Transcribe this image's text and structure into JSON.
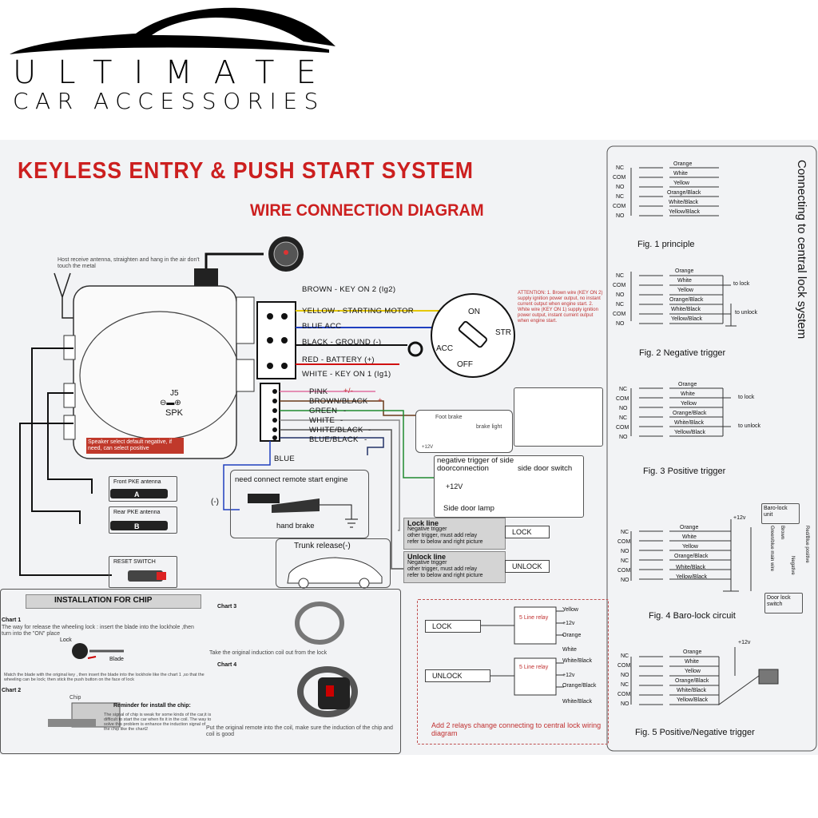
{
  "brand": {
    "line1": "ULTIMATE",
    "line2": "CAR ACCESSORIES"
  },
  "title": {
    "main": "KEYLESS ENTRY & PUSH START SYSTEM",
    "sub": "WIRE CONNECTION DIAGRAM"
  },
  "antenna_note": "Host receive antenna, straighten and hang in the air don't touch the metal",
  "module": {
    "jumper": "J5",
    "spk": "SPK",
    "speaker_note": "Speaker select default negative, if need, can select positive"
  },
  "ignition_wires": [
    {
      "label": "BROWN  - KEY ON 2 (Ig2)",
      "color": "#8b4513"
    },
    {
      "label": "YELLOW - STARTING MOTOR",
      "color": "#e6c800"
    },
    {
      "label": "BLUE      ACC",
      "color": "#1f3fbf"
    },
    {
      "label": "BLACK  - GROUND (-)",
      "color": "#111111"
    },
    {
      "label": "RED      - BATTERY (+)",
      "color": "#d01010"
    },
    {
      "label": "WHITE   - KEY ON 1 (Ig1)",
      "color": "#999999"
    }
  ],
  "ignition_switch": {
    "on": "ON",
    "str": "STR",
    "acc": "ACC",
    "off": "OFF"
  },
  "attention_note": "ATTENTION: 1. Brown wire (KEY ON 2) supply ignition power output, no instant current output when engine start. 2. White wire (KEY ON 1) supply ignition power output, instant current output when engine start.",
  "function_wires": [
    {
      "label": "PINK",
      "sign": "+/-",
      "color": "#e070a0"
    },
    {
      "label": "BROWN/BLACK",
      "sign": "+",
      "color": "#6b3a1a"
    },
    {
      "label": "GREEN",
      "sign": "-",
      "color": "#1f8a2f"
    },
    {
      "label": "WHITE",
      "sign": "-",
      "color": "#888888"
    },
    {
      "label": "WHITE/BLACK",
      "sign": "-",
      "color": "#555555"
    },
    {
      "label": "BLUE/BLACK",
      "sign": "-",
      "color": "#223366"
    }
  ],
  "blue_wire": "BLUE",
  "brake": {
    "foot_brake": "Foot brake",
    "brake_light": "brake light",
    "plus12": "+12V"
  },
  "door": {
    "title": "negative trigger of side doorconnection",
    "switch": "side door switch",
    "plus12": "+12V",
    "lamp": "Side door lamp"
  },
  "hand_brake": {
    "title": "need connect remote start engine",
    "label": "hand brake",
    "minus": "(-)"
  },
  "trunk": "Trunk release(-)",
  "lock_line": {
    "title": "Lock line",
    "text": "Negative trigger\nother trigger, must add relay\nrefer to below and right picture",
    "button": "LOCK"
  },
  "unlock_line": {
    "title": "Unlock line",
    "text": "Negative trigger\nother trigger, must add relay\nrefer to below and right picture",
    "button": "UNLOCK"
  },
  "antennas": {
    "front": "Front PKE antenna",
    "front_letter": "A",
    "rear": "Rear PKE antenna",
    "rear_letter": "B"
  },
  "reset": "RESET SWITCH",
  "chip": {
    "header": "INSTALLATION FOR CHIP",
    "chart1": "Chart 1",
    "chart1_text": "The way for release the wheeling lock : insert the blade into the lockhole ,then turn into the \"ON\" place",
    "lock": "Lock",
    "blade": "Blade",
    "match_text": "Match the blade with the original key , then insert the blade into the lockhole like the chart 1 ,so that the wheeling can be lock; then stick the push button on the face of lock",
    "chart2": "Chart 2",
    "chip_lbl": "Chip",
    "reminder": "Reminder for install the chip:",
    "reminder_text": "The signal of chip is weak for some kinds of the car,it is difficult to start the car when fix it in the coil. The way to solve this problem is enhance the induction signal of the chip like the chart2",
    "chart3": "Chart 3",
    "chart3_text": "Take the original induction coil out from the lock",
    "chart4": "Chart 4",
    "chart4_text": "Put the original remote into the coil, make sure the induction of the chip and coil is good"
  },
  "relays": {
    "lock": "LOCK",
    "unlock": "UNLOCK",
    "yellow": "Yellow",
    "plus12": "+12v",
    "orange": "Orange",
    "white": "White",
    "white_black": "White/Black",
    "orange_black": "Orange/Black",
    "relay_name": "5 Line relay",
    "note": "Add 2 relays change connecting to central lock wiring diagram"
  },
  "central_lock": {
    "heading": "Connecting to central lock system",
    "rows": [
      {
        "term": "NC",
        "wire": "Orange"
      },
      {
        "term": "COM",
        "wire": "White"
      },
      {
        "term": "NO",
        "wire": "Yellow"
      },
      {
        "term": "NC",
        "wire": "Orange/Black"
      },
      {
        "term": "COM",
        "wire": "White/Black"
      },
      {
        "term": "NO",
        "wire": "Yellow/Black"
      }
    ],
    "fig1": "Fig. 1  principle",
    "fig2": "Fig. 2  Negative trigger",
    "fig3": "Fig. 3  Positive trigger",
    "fig4": "Fig. 4  Baro-lock circuit",
    "fig5": "Fig. 5  Positive/Negative trigger",
    "to_lock": "to lock",
    "to_unlock": "to unlock",
    "plus12": "+12v",
    "baro_unit": "Baro-lock unit",
    "door_lock_switch": "Door lock switch",
    "baro_wires": [
      "Green/blue main wire",
      "Brown",
      "Red/Blue positive",
      "Negative"
    ]
  }
}
